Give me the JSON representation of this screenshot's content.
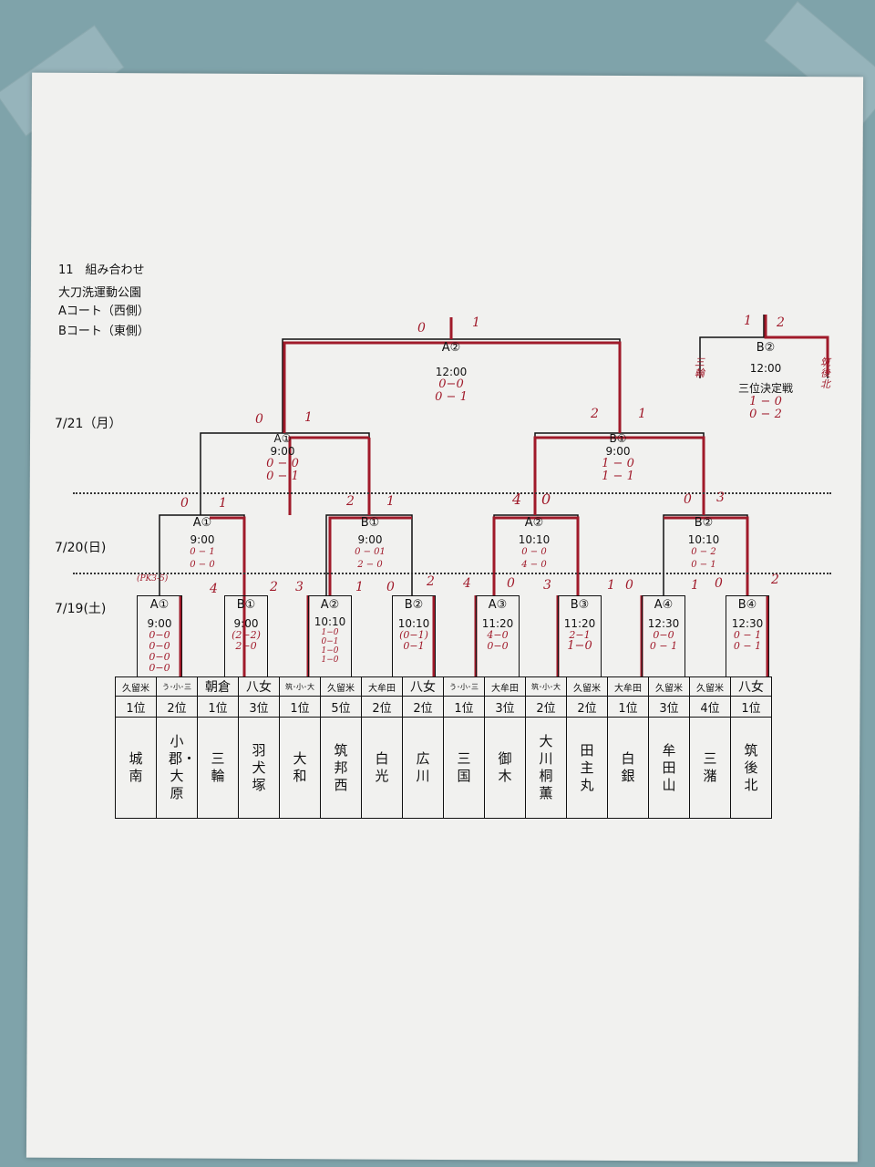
{
  "header": {
    "title": "11　組み合わせ",
    "venue": "大刀洗運動公園",
    "court_a": "Aコート（西側）",
    "court_b": "Bコート（東側）"
  },
  "dates": {
    "d1": "7/21（月）",
    "d2": "7/20(日)",
    "d3": "7/19(土)"
  },
  "final": {
    "label": "A②",
    "time": "12:00",
    "scores": [
      "0−0",
      "0 − 1"
    ],
    "left": "0",
    "right": "1"
  },
  "third": {
    "label": "B②",
    "time": "12:00",
    "title": "三位決定戦",
    "scores": [
      "1 − 0",
      "0 − 2"
    ],
    "left": "1",
    "right": "2",
    "left_team": "三輪",
    "right_team": "筑後北"
  },
  "semi": [
    {
      "label": "A①",
      "time": "9:00",
      "scores": [
        "0 − 0",
        "0 − 1"
      ],
      "left": "0",
      "right": "1"
    },
    {
      "label": "B①",
      "time": "9:00",
      "scores": [
        "1 − 0",
        "1 − 1"
      ],
      "left": "2",
      "right": "1"
    }
  ],
  "qf": [
    {
      "label": "A①",
      "time": "9:00",
      "scores": [
        "0 − 1",
        "0 − 0"
      ],
      "left": "0",
      "right": "1"
    },
    {
      "label": "B①",
      "time": "9:00",
      "scores": [
        "0 − 01",
        "2 − 0"
      ],
      "left": "2",
      "right": "1"
    },
    {
      "label": "A②",
      "time": "10:10",
      "scores": [
        "0 − 0",
        "4 − 0"
      ],
      "left": "4",
      "right": "0"
    },
    {
      "label": "B②",
      "time": "10:10",
      "scores": [
        "0 − 2",
        "0 − 1"
      ],
      "left": "0",
      "right": "3"
    }
  ],
  "r1": [
    {
      "label": "A①",
      "time": "9:00",
      "scores": [
        "0−0",
        "0−0",
        "0−0",
        "0−0"
      ],
      "left": "(PK3-5)",
      "right": "4"
    },
    {
      "label": "B①",
      "time": "9:00",
      "scores": [
        "(2−2)",
        "2−0"
      ],
      "left": "",
      "right": "2"
    },
    {
      "label": "A②",
      "time": "10:10",
      "scores": [
        "1−0",
        "0−1",
        "1−0",
        "1−0"
      ],
      "left": "3",
      "right": "1"
    },
    {
      "label": "B②",
      "time": "10:10",
      "scores": [
        "(0−1)",
        "0−1"
      ],
      "left": "0",
      "right": "2"
    },
    {
      "label": "A③",
      "time": "11:20",
      "scores": [
        "4−0",
        "0−0"
      ],
      "left": "4",
      "right": "0"
    },
    {
      "label": "B③",
      "time": "11:20",
      "scores": [
        "2−1",
        "1−0"
      ],
      "left": "3",
      "right": "1"
    },
    {
      "label": "A④",
      "time": "12:30",
      "scores": [
        "0−0",
        "0 − 1"
      ],
      "left": "0",
      "right": "1"
    },
    {
      "label": "B④",
      "time": "12:30",
      "scores": [
        "0 − 1",
        "0 − 1"
      ],
      "left": "0",
      "right": "2"
    }
  ],
  "teams": [
    {
      "pref": "久留米",
      "rank": "1位",
      "name": "城南"
    },
    {
      "pref": "う･小･三",
      "rank": "2位",
      "name": "小郡・大原"
    },
    {
      "pref": "朝倉",
      "rank": "1位",
      "name": "三輪"
    },
    {
      "pref": "八女",
      "rank": "3位",
      "name": "羽犬塚"
    },
    {
      "pref": "筑･小･大",
      "rank": "1位",
      "name": "大和"
    },
    {
      "pref": "久留米",
      "rank": "5位",
      "name": "筑邦西"
    },
    {
      "pref": "大牟田",
      "rank": "2位",
      "name": "白光"
    },
    {
      "pref": "八女",
      "rank": "2位",
      "name": "広川"
    },
    {
      "pref": "う･小･三",
      "rank": "1位",
      "name": "三国"
    },
    {
      "pref": "大牟田",
      "rank": "3位",
      "name": "御木"
    },
    {
      "pref": "筑･小･大",
      "rank": "2位",
      "name": "大川桐薫"
    },
    {
      "pref": "久留米",
      "rank": "2位",
      "name": "田主丸"
    },
    {
      "pref": "大牟田",
      "rank": "1位",
      "name": "白銀"
    },
    {
      "pref": "久留米",
      "rank": "3位",
      "name": "牟田山"
    },
    {
      "pref": "久留米",
      "rank": "4位",
      "name": "三潴"
    },
    {
      "pref": "八女",
      "rank": "1位",
      "name": "筑後北"
    }
  ],
  "colors": {
    "ink": "#111111",
    "red_pen": "#a01a2a",
    "paper": "#f1f1ef"
  }
}
